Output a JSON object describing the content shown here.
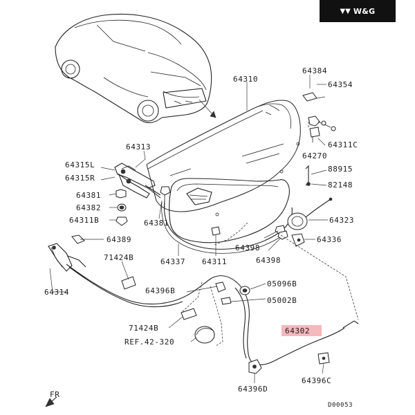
{
  "brand": {
    "text": "W&G",
    "mark": "▼▼"
  },
  "highlight_color": "#f4b8bd",
  "labels": {
    "p64310": "64310",
    "p64384": "64384",
    "p64354": "64354",
    "p64311c": "64311C",
    "p64270": "64270",
    "p88915": "88915",
    "p82148": "82148",
    "p64313": "64313",
    "p64315l": "64315L",
    "p64315r": "64315R",
    "p64381a": "64381",
    "p64382": "64382",
    "p64311b": "64311B",
    "p64381b": "64381",
    "p64323": "64323",
    "p64336": "64336",
    "p64398a": "64398",
    "p64398b": "64398",
    "p64389": "64389",
    "p64337": "64337",
    "p64311": "64311",
    "p71424b_top": "71424B",
    "p64314": "64314",
    "p64396b": "64396B",
    "p05096b": "05096B",
    "p05002b": "05002B",
    "p71424b_bottom": "71424B",
    "ref": "REF.42-320",
    "p64302": "64302",
    "p64396c": "64396C",
    "p64396d": "64396D",
    "fr": "FR",
    "drawing_no": "D00053"
  }
}
